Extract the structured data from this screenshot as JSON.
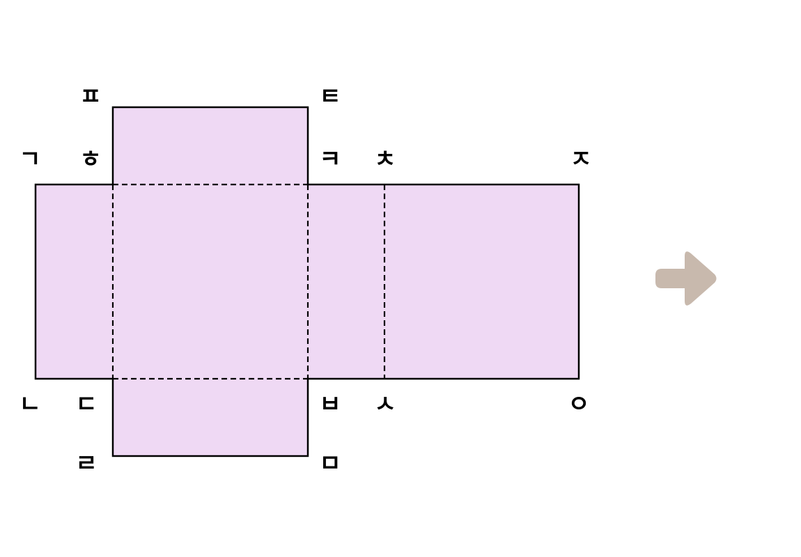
{
  "colors": {
    "face_fill": "#efd9f4",
    "edge": "#000000",
    "arrow": "#c8b9ad",
    "background": "#ffffff"
  },
  "vertex_labels": {
    "top_outer_left": "ㅍ",
    "top_outer_right": "ㅌ",
    "upper_far_left": "ㄱ",
    "upper_left": "ㅎ",
    "upper_mid": "ㅋ",
    "upper_mid_right": "ㅊ",
    "upper_far_right": "ㅈ",
    "lower_far_left": "ㄴ",
    "lower_left": "ㄷ",
    "lower_mid": "ㅂ",
    "lower_mid_right": "ㅅ",
    "lower_far_right": "ㅇ",
    "bottom_outer_left": "ㄹ",
    "bottom_outer_right": "ㅁ"
  },
  "icons": {
    "next": "right-arrow-icon"
  }
}
